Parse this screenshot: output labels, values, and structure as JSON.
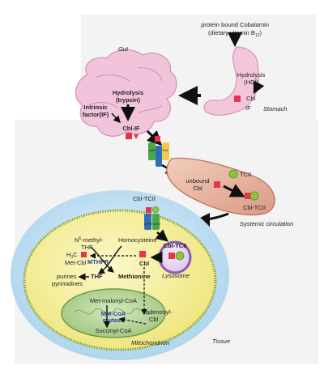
{
  "source": {
    "line1": "protein bound Cobalamin",
    "line2": "(dietary vitamin B",
    "sub": "12",
    "line2_end": ")"
  },
  "stomach": {
    "title": "Stomach",
    "hydrolysis": "Hydrolysis",
    "acid": "(HCl)",
    "cbl": "Cbl",
    "if": "IF"
  },
  "gut": {
    "title": "Gut",
    "hydrolysis": "Hydrolysis",
    "enzyme": "(trypsin)",
    "if_line1": "Intrinsic",
    "if_line2": "factor(IF)",
    "complex": "Cbl-IF"
  },
  "receptors": {
    "amn": "AMN",
    "cubn": "CUBN",
    "rap": "RAP",
    "lrp2": "LRP2",
    "tcbl": "TCBLR"
  },
  "circulation": {
    "title": "Systemic circulation",
    "tcii": "TCII",
    "unbound1": "unbound",
    "unbound2": "Cbl",
    "cbl_tcii": "Cbl-TCII"
  },
  "cell": {
    "tissue": "Tissue",
    "cbl_tcii_top": "Cbl-TCII",
    "lysosome_label": "Cbl-TCII",
    "lysosome": "Lysosome",
    "n5_line1": "N",
    "n5_sup": "5",
    "n5_line1_end": "-methyl-",
    "n5_line2": "THF",
    "homocysteine": "Homocysteine",
    "h3c": "H",
    "h3c_sub": "3",
    "h3c_end": "C",
    "met_cbl": "Met-Cbl",
    "mtrr": "MTHFR",
    "cbl": "Cbl",
    "thf": "THF",
    "methionine": "Methionine",
    "purines": "purines",
    "pyrimidines": "pyrimidines",
    "mito": "Mitochondrion",
    "met_malonyl": "Met-malonyl-CoA",
    "mm_line1": "MM-CoA",
    "mm_line2": "mutase",
    "succinyl": "Succinyl-CoA",
    "adenosyl1": "adenosyl-",
    "adenosyl2": "Cbl"
  },
  "colors": {
    "gut_pink": "#f2c4dc",
    "stomach_pink": "#f4c6dc",
    "vessel": "#e9b9a6",
    "cell_yellow": "#f6f1a0",
    "tissue_blue": "#b7dcef",
    "mito_green": "#b9d79c",
    "cbl_red": "#e8334a",
    "tcii_green": "#8cc63f",
    "lysosome_purple": "#8a5cb5",
    "enzyme_blue": "#2a3fa0"
  }
}
